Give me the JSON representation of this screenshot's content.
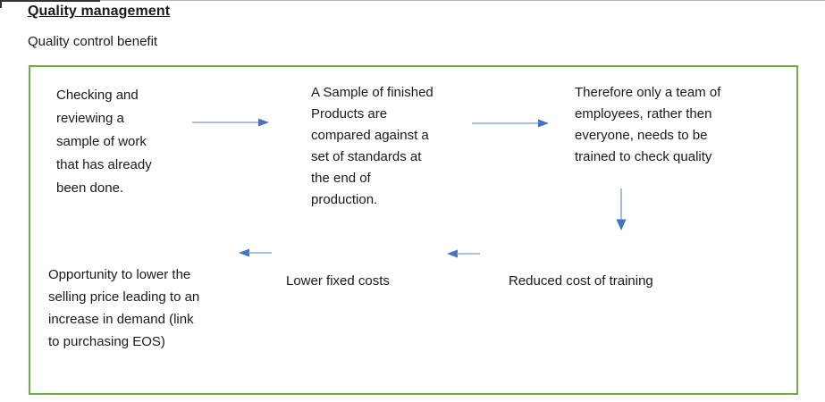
{
  "header": {
    "title": "Quality management",
    "subtitle": "Quality control benefit"
  },
  "colors": {
    "box_border": "#70AD47",
    "arrow_shaft": "#8FAADC",
    "arrow_head": "#4472C4",
    "text": "#1A1A1A"
  },
  "diagram": {
    "nodes": {
      "step1": {
        "text": "Checking and\nreviewing a\nsample of work\nthat has already\nbeen done."
      },
      "step2": {
        "text": "A Sample of finished\nProducts are\ncompared against a\nset of standards at\nthe end of\nproduction."
      },
      "step3": {
        "text": "Therefore only a team of\nemployees, rather then\neveryone, needs to be\ntrained to check quality"
      },
      "benefit1": {
        "text": "Reduced cost of training"
      },
      "benefit2": {
        "text": "Lower fixed costs"
      },
      "benefit3": {
        "text": "Opportunity to lower the\nselling price leading to an\nincrease in demand (link\nto purchasing EOS)"
      }
    },
    "arrows": [
      {
        "name": "arrow-step1-to-step2",
        "direction": "right"
      },
      {
        "name": "arrow-step2-to-step3",
        "direction": "right"
      },
      {
        "name": "arrow-step3-to-benefit1",
        "direction": "down"
      },
      {
        "name": "arrow-benefit1-to-benefit2",
        "direction": "left"
      },
      {
        "name": "arrow-benefit2-to-benefit3",
        "direction": "left"
      }
    ]
  }
}
